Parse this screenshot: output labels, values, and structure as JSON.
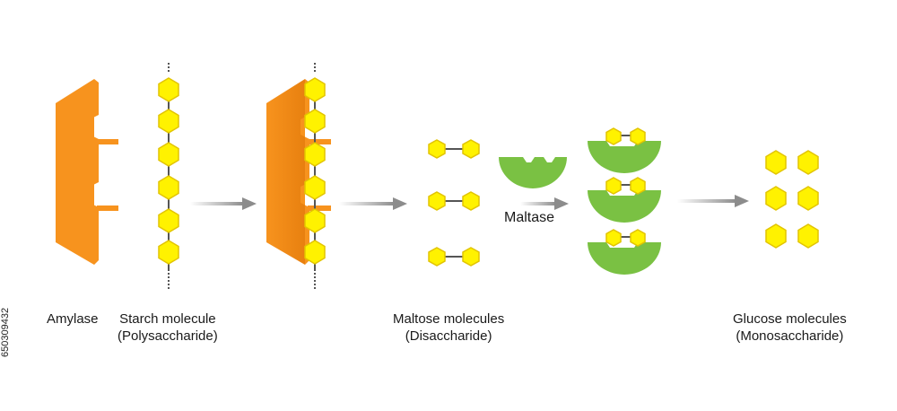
{
  "labels": {
    "amylase": "Amylase",
    "starch": {
      "line1": "Starch molecule",
      "line2": "(Polysaccharide)"
    },
    "maltose": {
      "line1": "Maltose molecules",
      "line2": "(Disaccharide)"
    },
    "maltase": "Maltase",
    "glucose": {
      "line1": "Glucose molecules",
      "line2": "(Monosaccharide)"
    }
  },
  "watermark_id": "650309432",
  "colors": {
    "enzyme_amylase": "#f7931e",
    "enzyme_maltase": "#7ac143",
    "sugar_fill": "#fff200",
    "sugar_stroke": "#e2c400",
    "bond": "#555555",
    "arrow": "#9a9a9a"
  }
}
